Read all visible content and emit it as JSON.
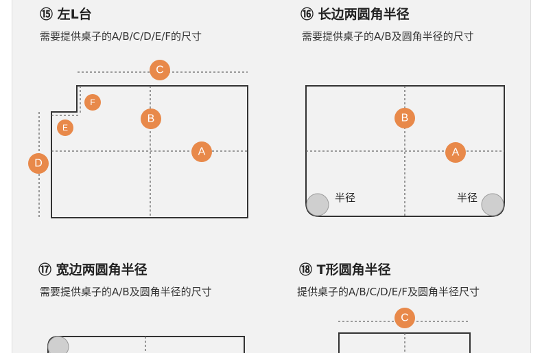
{
  "sections": [
    {
      "title": "⑮ 左L台",
      "subtitle": "需要提供桌子的A/B/C/D/E/F的尺寸",
      "labels": [
        "A",
        "B",
        "C",
        "D",
        "E",
        "F"
      ]
    },
    {
      "title": "⑯ 长边两圆角半径",
      "subtitle": "需要提供桌子的A/B及圆角半径的尺寸",
      "labels": [
        "A",
        "B"
      ],
      "radius_label": "半径"
    },
    {
      "title": "⑰ 宽边两圆角半径",
      "subtitle": "需要提供桌子的A/B及圆角半径的尺寸"
    },
    {
      "title": "⑱ T形圆角半径",
      "subtitle": "提供桌子的A/B/C/D/E/F及圆角半径尺寸",
      "labels": [
        "C"
      ]
    }
  ],
  "colors": {
    "marker": "#e8894a",
    "radius_marker": "#cfcfcf",
    "outline": "#333333",
    "background": "#f2f2f2"
  }
}
